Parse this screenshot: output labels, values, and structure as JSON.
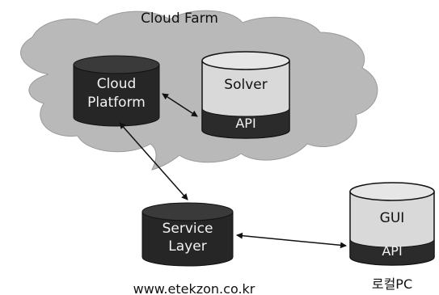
{
  "cloud": {
    "title": "Cloud Farm"
  },
  "nodes": {
    "cloud_platform": {
      "line1": "Cloud",
      "line2": "Platform"
    },
    "solver": {
      "label": "Solver",
      "api": "API"
    },
    "service_layer": {
      "line1": "Service",
      "line2": "Layer"
    },
    "gui": {
      "label": "GUI",
      "api": "API"
    }
  },
  "footer": {
    "website": "www.etekzon.co.kr",
    "local_pc": "로컬PC"
  },
  "colors": {
    "cloud_fill": "#b9b9b9",
    "dark_cylinder": "#262626",
    "light_cylinder": "#d9d9d9",
    "api_band": "#2b2b2b",
    "arrow": "#111111"
  }
}
